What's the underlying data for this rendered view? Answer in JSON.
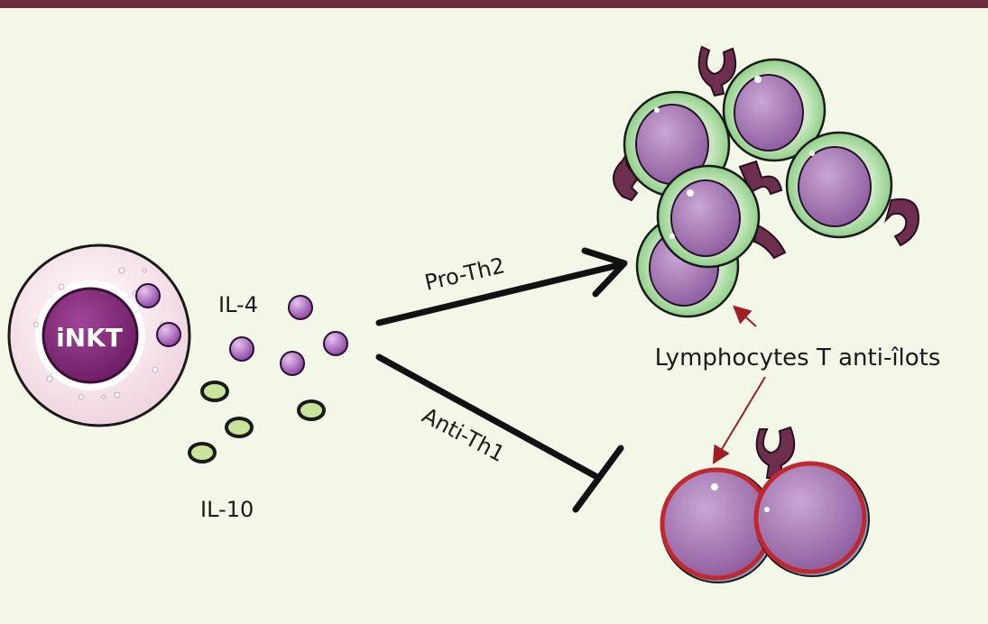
{
  "labels": {
    "cell": "iNKT",
    "il4": "IL-4",
    "il10": "IL-10",
    "pro_th2": "Pro-Th2",
    "anti_th1": "Anti-Th1",
    "lymphocytes": "Lymphocytes T anti-îlots"
  },
  "colors": {
    "background": "#f2f7e8",
    "top_bar": "#6b2d3e",
    "inkt_membrane": "#f3e4ea",
    "inkt_nucleus": "#8a2a7e",
    "il4_particle": "#b06cc0",
    "il10_particle": "#c8e39a",
    "th2_halo": "#a9d9a0",
    "cell_body": "#a87ab8",
    "th1_outline": "#c0282d",
    "receptor": "#6e2e4e",
    "arrow": "#111111",
    "pointer": "#a01e22"
  }
}
